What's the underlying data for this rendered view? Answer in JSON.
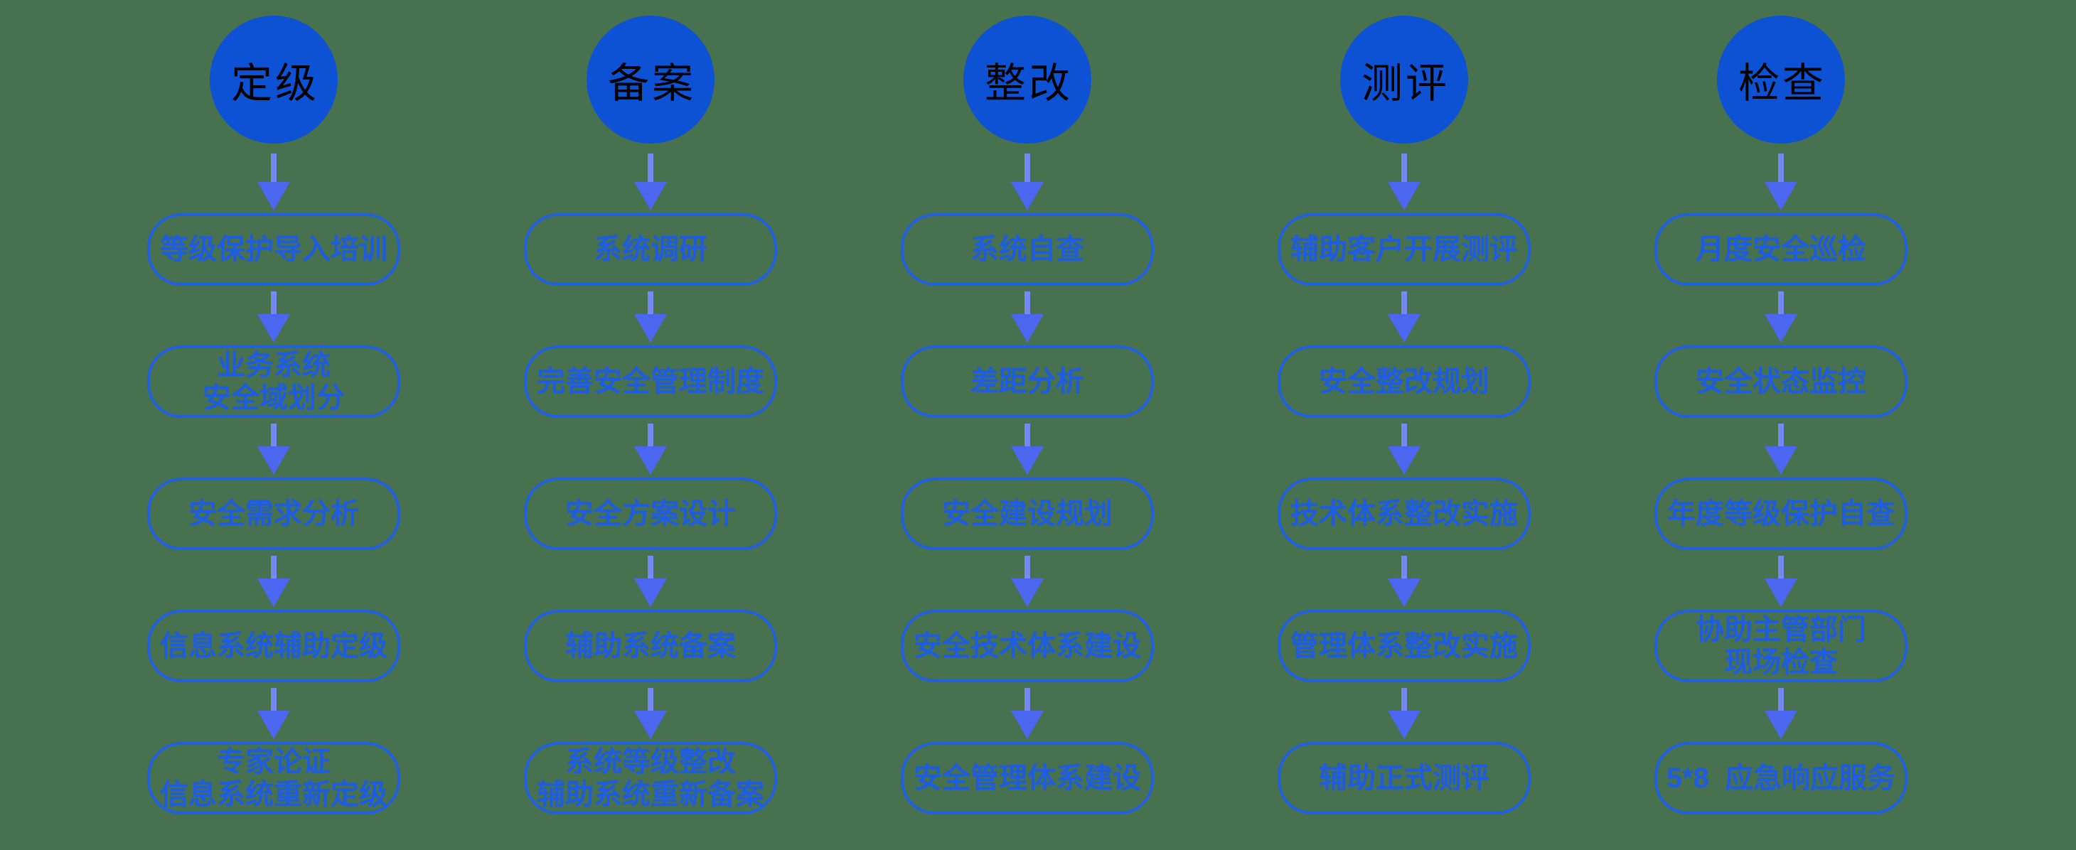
{
  "diagram": {
    "description_colors": {
      "background": "#47714f",
      "circle_fill": "#0d52d4",
      "circle_text": "#000000",
      "box_border": "#2160e0",
      "box_text": "#1e5ce0",
      "arrow_stem": "#7987f2",
      "arrow_head": "#4b67ef"
    },
    "columns": [
      {
        "title": "定级",
        "steps": [
          "等级保护导入培训",
          "业务系统\n安全域划分",
          "安全需求分析",
          "信息系统辅助定级",
          "专家论证\n信息系统重新定级"
        ]
      },
      {
        "title": "备案",
        "steps": [
          "系统调研",
          "完善安全管理制度",
          "安全方案设计",
          "辅助系统备案",
          "系统等级整改\n辅助系统重新备案"
        ]
      },
      {
        "title": "整改",
        "steps": [
          "系统自查",
          "差距分析",
          "安全建设规划",
          "安全技术体系建设",
          "安全管理体系建设"
        ]
      },
      {
        "title": "测评",
        "steps": [
          "辅助客户开展测评",
          "安全整改规划",
          "技术体系整改实施",
          "管理体系整改实施",
          "辅助正式测评"
        ]
      },
      {
        "title": "检查",
        "steps": [
          "月度安全巡检",
          "安全状态监控",
          "年度等级保护自查",
          "协助主管部门\n现场检查",
          "5*8  应急响应服务"
        ]
      }
    ]
  }
}
